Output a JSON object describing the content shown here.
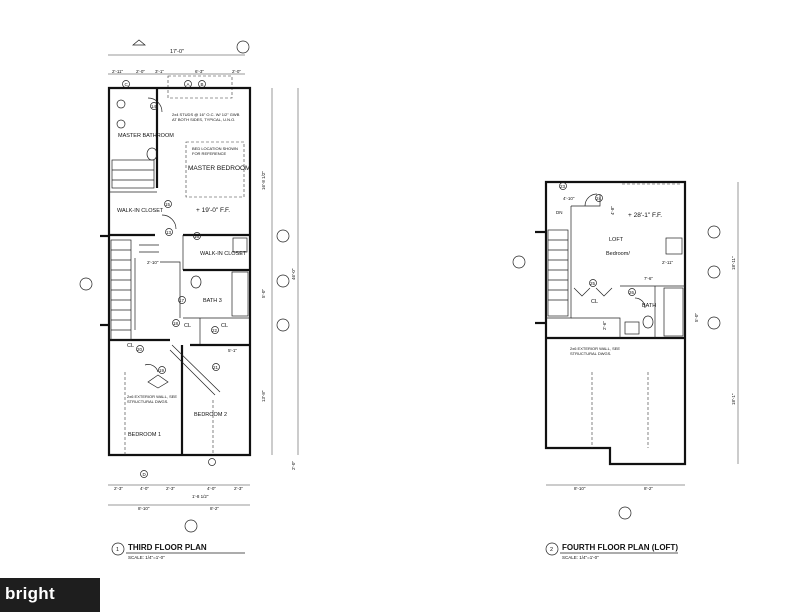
{
  "plans": [
    {
      "number": "1",
      "title": "THIRD FLOOR PLAN",
      "scale": "SCALE: 1/4\"=1'-0\"",
      "rooms": {
        "master_bathroom": "MASTER BATHROOM",
        "master_bedroom": "MASTER BEDROOM",
        "walk_in_closet_1": "WALK-IN CLOSET",
        "walk_in_closet_2": "WALK-IN CLOSET",
        "bath3": "BATH 3",
        "cl_1": "CL",
        "cl_2": "CL",
        "cl_3": "CL",
        "bedroom1": "BEDROOM 1",
        "bedroom2": "BEDROOM 2"
      },
      "notes": {
        "studs": "2x4 STUDS @ 16\" O.C. W/ 1/2\" GWB AT BOTH SIDES, TYPICAL, U.N.O.",
        "bed_location": "BED LOCATION SHOWN FOR REFERENCE",
        "ext_wall": "2x6 EXTERIOR WALL, SEE STRUCTURAL DWGS."
      },
      "elevation": "+ 19'-0\" F.F.",
      "dims": {
        "top_overall": "17'-0\"",
        "top_a": "2'-11\"",
        "top_b": "2'-0\"",
        "top_c": "3'-1\"",
        "top_d": "6'-3\"",
        "top_e": "2'-0\"",
        "right_upper": "16'-8 1/2\"",
        "right_overall": "46'-0\"",
        "right_lower": "13'-8\"",
        "right_bot": "2'-0\"",
        "bot_a": "2'-3\"",
        "bot_b": "4'-0\"",
        "bot_c": "2'-3\"",
        "bot_d": "4'-0\"",
        "bot_e": "2'-3\"",
        "bot_mid": "1'-8 1/2\"",
        "bot_left": "8'-10\"",
        "bot_right": "8'-2\"",
        "corr": "2'-10\"",
        "bath_w": "5'-1\"",
        "bath_h": "5'-0\""
      },
      "tags": [
        "14",
        "15",
        "16",
        "13",
        "17",
        "18",
        "19",
        "20",
        "21",
        "22",
        "A",
        "B",
        "C",
        "D"
      ]
    },
    {
      "number": "2",
      "title": "FOURTH FLOOR PLAN (LOFT)",
      "scale": "SCALE: 1/4\"=1'-0\"",
      "rooms": {
        "loft": "LOFT",
        "bedroom": "Bedroom/",
        "cl": "CL",
        "bath": "BATH",
        "dn": "DN"
      },
      "notes": {
        "ext_wall": "2x6 EXTERIOR WALL, SEE STRUCTURAL DWGS."
      },
      "elevation": "+ 28'-1\" F.F.",
      "dims": {
        "top": "4'-10\"",
        "stair": "4'-8\"",
        "loft_w": "7'-6\"",
        "bath_d": "2'-11\"",
        "bath_h": "5'-0\"",
        "cl_h": "2'-6\"",
        "right_upper": "18'-11\"",
        "right_lower": "18'-1\"",
        "bot_left": "8'-10\"",
        "bot_right": "8'-2\""
      },
      "tags": [
        "23",
        "24",
        "25",
        "26"
      ]
    }
  ],
  "logo": "bright",
  "colors": {
    "line": "#111111",
    "paper": "#ffffff",
    "logo_bg": "#1e1e1e"
  }
}
